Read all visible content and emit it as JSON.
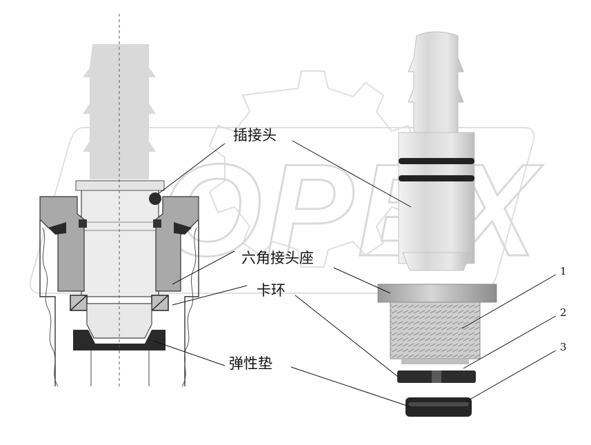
{
  "labels": {
    "plug": "插接头",
    "hex_base": "六角接头座",
    "clip_ring": "卡环",
    "elastic_pad": "弹性垫"
  },
  "numbers": {
    "n1": "1",
    "n2": "2",
    "n3": "3"
  },
  "watermark": {
    "text": "OPEX"
  },
  "colors": {
    "part_gray": "#c8c8c8",
    "dark": "#2a2a2a",
    "light_plug": "#e4e4e4",
    "watermark": "#e2e2e2"
  }
}
